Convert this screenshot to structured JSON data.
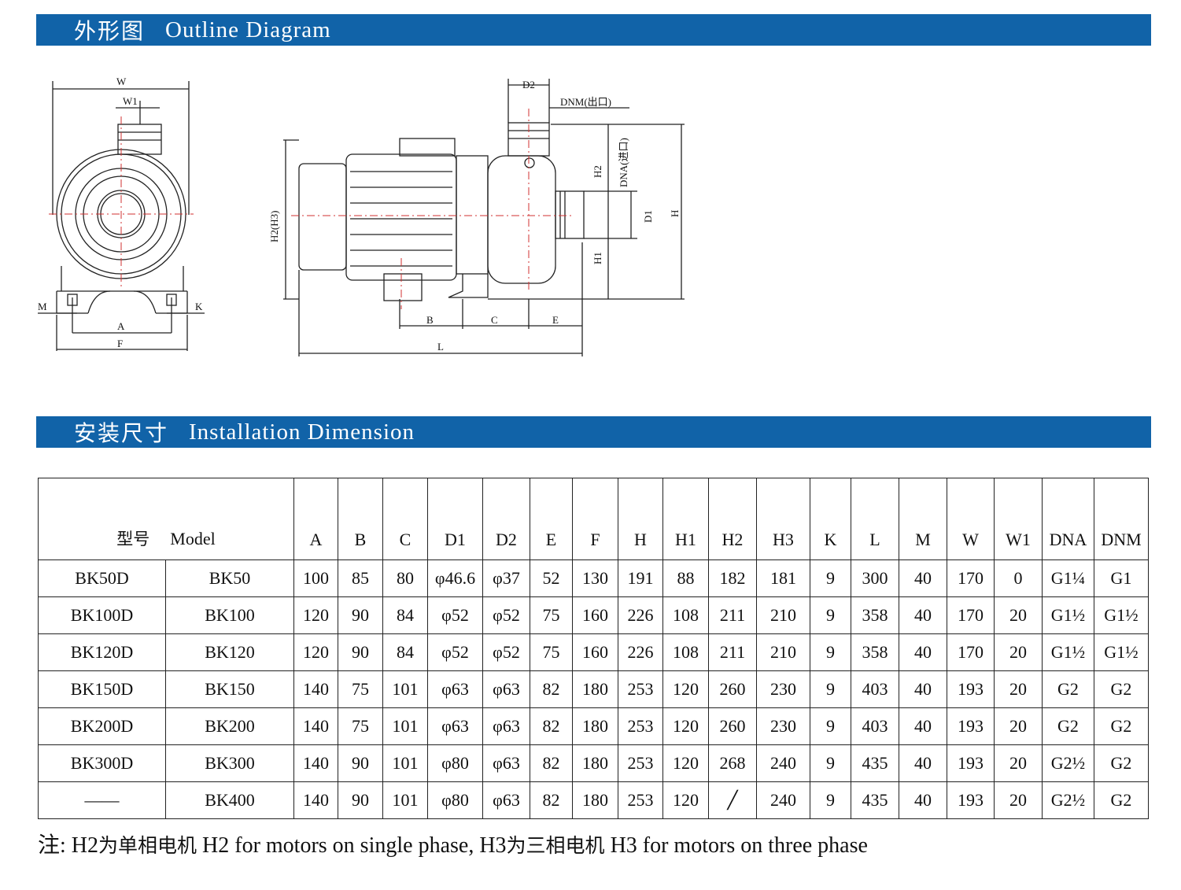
{
  "outline_section": {
    "title_zh": "外形图",
    "title_en": "Outline Diagram"
  },
  "install_section": {
    "title_zh": "安装尺寸",
    "title_en": "Installation Dimension"
  },
  "diagram_labels": {
    "W": "W",
    "W1": "W1",
    "M": "M",
    "K": "K",
    "A": "A",
    "F": "F",
    "D2": "D2",
    "DNM": "DNM(出口)",
    "DNA": "DNA(进口)",
    "H2H3": "H2(H3)",
    "H2": "H2",
    "H1": "H1",
    "D1": "D1",
    "H": "H",
    "B": "B",
    "C": "C",
    "E": "E",
    "L": "L"
  },
  "table": {
    "model_header_zh": "型号",
    "model_header_en": "Model",
    "columns": [
      "A",
      "B",
      "C",
      "D1",
      "D2",
      "E",
      "F",
      "H",
      "H1",
      "H2",
      "H3",
      "K",
      "L",
      "M",
      "W",
      "W1",
      "DNA",
      "DNM"
    ],
    "rows": [
      {
        "model_d": "BK50D",
        "model": "BK50",
        "values": [
          "100",
          "85",
          "80",
          "φ46.6",
          "φ37",
          "52",
          "130",
          "191",
          "88",
          "182",
          "181",
          "9",
          "300",
          "40",
          "170",
          "0",
          "G1¼",
          "G1"
        ]
      },
      {
        "model_d": "BK100D",
        "model": "BK100",
        "values": [
          "120",
          "90",
          "84",
          "φ52",
          "φ52",
          "75",
          "160",
          "226",
          "108",
          "211",
          "210",
          "9",
          "358",
          "40",
          "170",
          "20",
          "G1½",
          "G1½"
        ]
      },
      {
        "model_d": "BK120D",
        "model": "BK120",
        "values": [
          "120",
          "90",
          "84",
          "φ52",
          "φ52",
          "75",
          "160",
          "226",
          "108",
          "211",
          "210",
          "9",
          "358",
          "40",
          "170",
          "20",
          "G1½",
          "G1½"
        ]
      },
      {
        "model_d": "BK150D",
        "model": "BK150",
        "values": [
          "140",
          "75",
          "101",
          "φ63",
          "φ63",
          "82",
          "180",
          "253",
          "120",
          "260",
          "230",
          "9",
          "403",
          "40",
          "193",
          "20",
          "G2",
          "G2"
        ]
      },
      {
        "model_d": "BK200D",
        "model": "BK200",
        "values": [
          "140",
          "75",
          "101",
          "φ63",
          "φ63",
          "82",
          "180",
          "253",
          "120",
          "260",
          "230",
          "9",
          "403",
          "40",
          "193",
          "20",
          "G2",
          "G2"
        ]
      },
      {
        "model_d": "BK300D",
        "model": "BK300",
        "values": [
          "140",
          "90",
          "101",
          "φ80",
          "φ63",
          "82",
          "180",
          "253",
          "120",
          "268",
          "240",
          "9",
          "435",
          "40",
          "193",
          "20",
          "G2½",
          "G2"
        ]
      },
      {
        "model_d": "——",
        "model": "BK400",
        "values": [
          "140",
          "90",
          "101",
          "φ80",
          "φ63",
          "82",
          "180",
          "253",
          "120",
          "╱",
          "240",
          "9",
          "435",
          "40",
          "193",
          "20",
          "G2½",
          "G2"
        ]
      }
    ]
  },
  "note": {
    "prefix": "注: H2",
    "zh1": "为单相电机",
    "en1": " H2 for motors on single phase, H3",
    "zh2": "为三相电机",
    "en2": " H3 for motors on three phase"
  }
}
